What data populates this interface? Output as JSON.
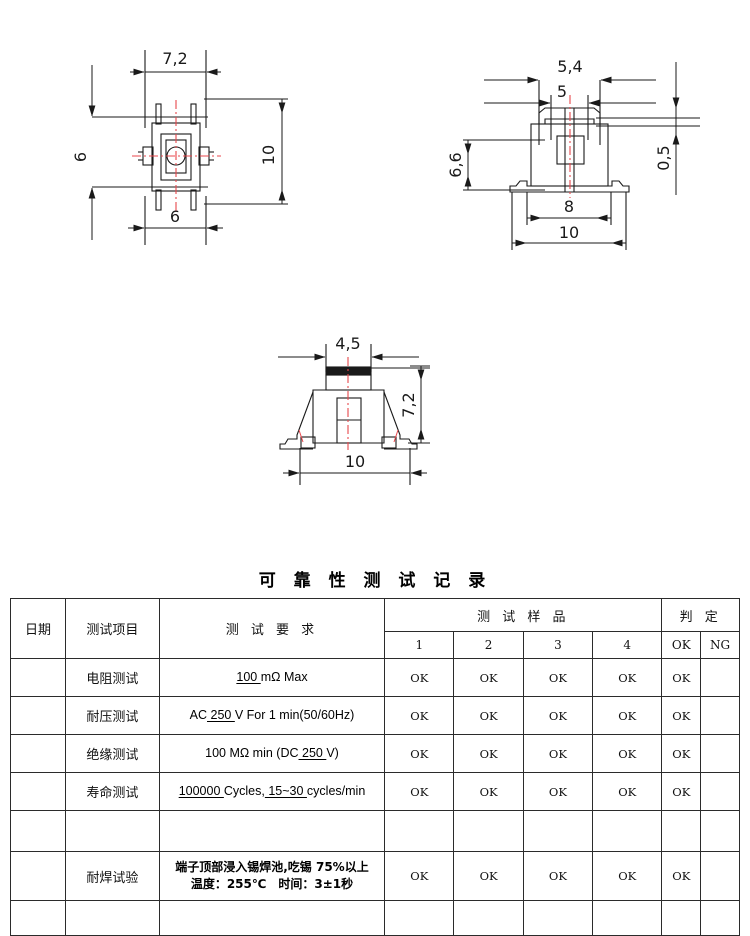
{
  "drawings": {
    "top_view": {
      "name": "top-view",
      "dimensions": {
        "width_top": "7,2",
        "height_left": "6",
        "width_bottom": "6",
        "height_right": "10"
      }
    },
    "side_view": {
      "name": "side-view",
      "dimensions": {
        "top_outer": "5,4",
        "top_inner": "5",
        "height_left": "6,6",
        "height_right": "0,5",
        "width_inner": "8",
        "width_outer": "10"
      }
    },
    "front_view": {
      "name": "front-view",
      "dimensions": {
        "width_top": "4,5",
        "height_right": "7,2",
        "width_bottom": "10"
      }
    }
  },
  "table": {
    "title": "可 靠 性 测 试 记 录",
    "headers": {
      "date": "日期",
      "test_item": "测试项目",
      "test_requirement": "测 试 要 求",
      "test_samples": "测 试 样 品",
      "judgment": "判 定",
      "sample_1": "1",
      "sample_2": "2",
      "sample_3": "3",
      "sample_4": "4",
      "ok": "OK",
      "ng": "NG"
    },
    "rows": [
      {
        "date": "",
        "item": "电阻测试",
        "requirement_parts": [
          {
            "text": "  100  ",
            "underline": true
          },
          {
            "text": "mΩ Max",
            "underline": false
          }
        ],
        "s1": "OK",
        "s2": "OK",
        "s3": "OK",
        "s4": "OK",
        "ok": "OK",
        "ng": ""
      },
      {
        "date": "",
        "item": "耐压测试",
        "requirement_parts": [
          {
            "text": "AC",
            "underline": false
          },
          {
            "text": " 250 ",
            "underline": true
          },
          {
            "text": "V For 1 min(50/60Hz)",
            "underline": false
          }
        ],
        "s1": "OK",
        "s2": "OK",
        "s3": "OK",
        "s4": "OK",
        "ok": "OK",
        "ng": ""
      },
      {
        "date": "",
        "item": "绝缘测试",
        "requirement_parts": [
          {
            "text": "100 MΩ min (DC",
            "underline": false
          },
          {
            "text": " 250  ",
            "underline": true
          },
          {
            "text": "V)",
            "underline": false
          }
        ],
        "s1": "OK",
        "s2": "OK",
        "s3": "OK",
        "s4": "OK",
        "ok": "OK",
        "ng": ""
      },
      {
        "date": "",
        "item": "寿命测试",
        "requirement_parts": [
          {
            "text": " 100000 ",
            "underline": true
          },
          {
            "text": "Cycles,",
            "underline": false
          },
          {
            "text": " 15~30 ",
            "underline": true
          },
          {
            "text": "cycles/min",
            "underline": false
          }
        ],
        "s1": "OK",
        "s2": "OK",
        "s3": "OK",
        "s4": "OK",
        "ok": "OK",
        "ng": ""
      },
      {
        "date": "",
        "item": "",
        "requirement_parts": [],
        "s1": "",
        "s2": "",
        "s3": "",
        "s4": "",
        "ok": "",
        "ng": ""
      },
      {
        "date": "",
        "item": "耐焊试验",
        "requirement_line1": "端子顶部浸入锡焊池,吃锡 75%以上",
        "requirement_line2": "温度：255℃　时间：3±1秒",
        "requirement_parts": [],
        "s1": "OK",
        "s2": "OK",
        "s3": "OK",
        "s4": "OK",
        "ok": "OK",
        "ng": ""
      },
      {
        "date": "",
        "item": "",
        "requirement_parts": [],
        "s1": "",
        "s2": "",
        "s3": "",
        "s4": "",
        "ok": "",
        "ng": ""
      }
    ]
  },
  "colors": {
    "line": "#1a1a1a",
    "centerline": "#e8474c",
    "table_border": "#2b2b2b",
    "text": "#000000"
  }
}
